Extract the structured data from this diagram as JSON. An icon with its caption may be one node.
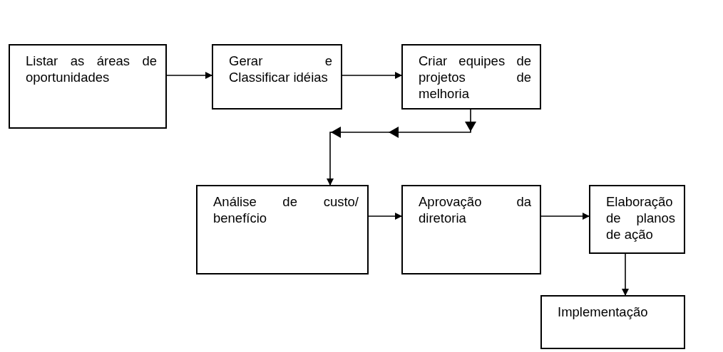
{
  "diagram": {
    "nodes": [
      {
        "text": [
          "Listar as áreas de oportunidades"
        ]
      },
      {
        "text": [
          "Gerar e Classificar idéias"
        ]
      },
      {
        "text": [
          "Criar equipes de projetos de melhoria"
        ]
      },
      {
        "text": [
          "Análise de custo/ benefício"
        ]
      },
      {
        "text": [
          "Aprovação da diretoria"
        ]
      },
      {
        "text": [
          "Elaboração de planos de ação"
        ]
      },
      {
        "text": [
          "Implementação"
        ]
      }
    ],
    "edges": [
      {
        "from": 0,
        "to": 1,
        "arrow": "to"
      },
      {
        "from": 1,
        "to": 2,
        "arrow": "to"
      },
      {
        "from": 2,
        "to": 3,
        "arrow": "to"
      },
      {
        "from": 3,
        "to": 4,
        "arrow": "to"
      },
      {
        "from": 4,
        "to": 5,
        "arrow": "to"
      },
      {
        "from": 5,
        "to": 6,
        "arrow": "to"
      }
    ]
  }
}
